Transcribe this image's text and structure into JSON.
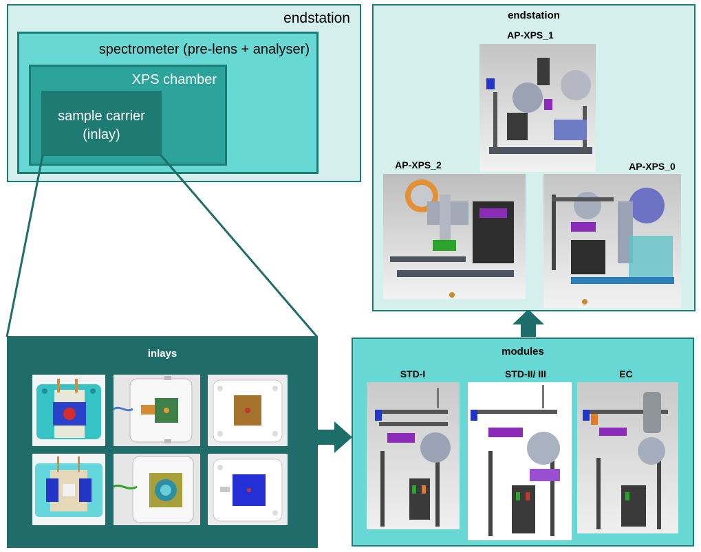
{
  "nested": {
    "endstation": "endstation",
    "spectrometer": "spectrometer (pre-lens + analyser)",
    "xps_chamber": "XPS chamber",
    "sample_carrier_line1": "sample carrier",
    "sample_carrier_line2": "(inlay)"
  },
  "endstation_panel": {
    "title": "endstation",
    "items": [
      "AP-XPS_1",
      "AP-XPS_2",
      "AP-XPS_0"
    ]
  },
  "inlays_panel": {
    "title": "inlays"
  },
  "modules_panel": {
    "title": "modules",
    "items": [
      "STD-I",
      "STD-II/ III",
      "EC"
    ]
  },
  "colors": {
    "light_teal": "#d4efec",
    "mid_teal": "#67d8d4",
    "dark_teal": "#2ca39b",
    "darker_teal": "#1e7b74",
    "border_teal": "#1b7c74",
    "inlays_bg": "#1f6c6a",
    "arrow": "#1d6e6b"
  },
  "icons": [
    "setup-render",
    "inlay-render",
    "arrow-right",
    "arrow-up"
  ]
}
